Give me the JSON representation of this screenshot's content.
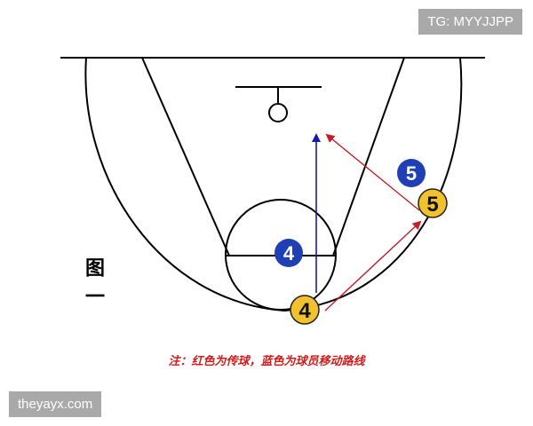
{
  "watermark_top": "TG: MYYJJPP",
  "watermark_bottom": "theyayx.com",
  "figure_label": "图一",
  "note": "注：红色为传球，蓝色为球员移动路线",
  "players": {
    "blue_4": "4",
    "blue_5": "5",
    "yellow_4": "4",
    "yellow_5": "5"
  },
  "colors": {
    "line": "#000000",
    "pass": "#c0202a",
    "move": "#1a1aa8",
    "blue_player_fill": "#1f3fb4",
    "yellow_player_fill": "#f2c12e",
    "note_text": "#d21b1b"
  }
}
